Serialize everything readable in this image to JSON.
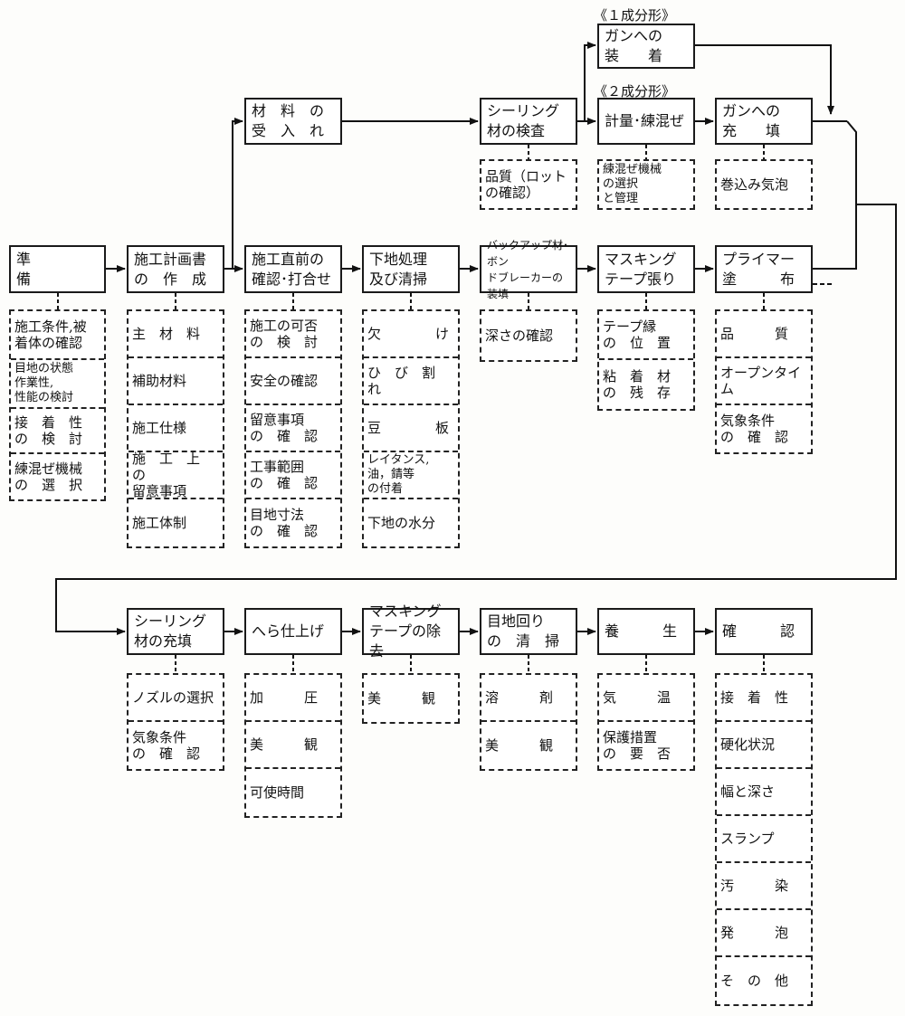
{
  "labels": {
    "one_component": "《１成分形》",
    "two_component": "《２成分形》"
  },
  "nodes": {
    "junbi": "準　　　　備",
    "sekou_keikaku": "施工計画書\nの　作　成",
    "zairyou_ukeire": "材　料　の\n受　入　れ",
    "sekou_chokuzen": "施工直前の\n確認･打合せ",
    "shitaji_shori": "下地処理\n及び清掃",
    "backup": "バックアップ材･ボン\nドブレーカーの装填",
    "masking_hari": "マスキング\nテープ張り",
    "primer": "プライマー\n塗　　　布",
    "sealing_kensa": "シーリング\n材の検査",
    "gun_souchaku": "ガンへの\n装　　着",
    "keiryou": "計量･練混ぜ",
    "gun_juten": "ガンへの\n充　　填",
    "sealing_juten": "シーリング\n材の充填",
    "hera": "へら仕上げ",
    "masking_jokyo": "マスキング\nテープの除去",
    "mechi_seisou": "目地回り\nの　清　掃",
    "yousei": "養　　　生",
    "kakunin": "確　　　認"
  },
  "details": {
    "junbi": [
      "施工条件,被\n着体の確認",
      "目地の状態\n作業性,\n性能の検討",
      "接　着　性\nの　検　討",
      "練混ぜ機械\nの　選　択"
    ],
    "sekou_keikaku": [
      "主　材　料",
      "補助材料",
      "施工仕様",
      "施　工　上　の\n留意事項",
      "施工体制"
    ],
    "sekou_chokuzen": [
      "施工の可否\nの　検　討",
      "安全の確認",
      "留意事項\nの　確　認",
      "工事範囲\nの　確　認",
      "目地寸法\nの　確　認"
    ],
    "shitaji_shori": [
      "欠　　　　け",
      "ひ　び　割　れ",
      "豆　　　　板",
      "レイタンス,\n油，錆等\nの付着",
      "下地の水分"
    ],
    "backup": [
      "深さの確認"
    ],
    "masking_hari": [
      "テープ縁\nの　位　置",
      "粘　着　材\nの　残　存"
    ],
    "primer": [
      "品　　　質",
      "オープンタイム",
      "気象条件\nの　確　認"
    ],
    "sealing_kensa": [
      "品質（ロット\nの確認）"
    ],
    "keiryou": [
      "練混ぜ機械\nの選択\nと管理"
    ],
    "gun_juten": [
      "巻込み気泡"
    ],
    "sealing_juten": [
      "ノズルの選択",
      "気象条件\nの　確　認"
    ],
    "hera": [
      "加　　　圧",
      "美　　　観",
      "可使時間"
    ],
    "masking_jokyo": [
      "美　　　観"
    ],
    "mechi_seisou": [
      "溶　　　剤",
      "美　　　観"
    ],
    "yousei": [
      "気　　　温",
      "保護措置\nの　要　否"
    ],
    "kakunin": [
      "接　着　性",
      "硬化状況",
      "幅と深さ",
      "スランプ",
      "汚　　　染",
      "発　　　泡",
      "そ　の　他"
    ]
  }
}
